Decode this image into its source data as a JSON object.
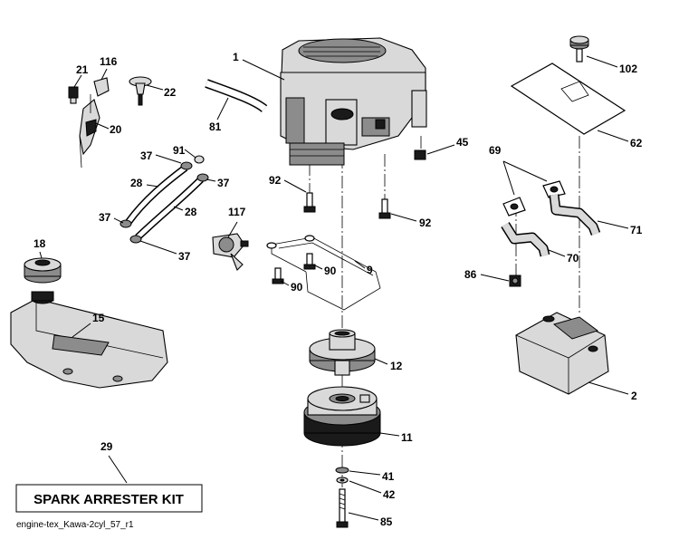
{
  "diagram": {
    "callouts": [
      {
        "id": "c1",
        "label": "1"
      },
      {
        "id": "c116",
        "label": "116"
      },
      {
        "id": "c21",
        "label": "21"
      },
      {
        "id": "c22",
        "label": "22"
      },
      {
        "id": "c20",
        "label": "20"
      },
      {
        "id": "c81",
        "label": "81"
      },
      {
        "id": "c37a",
        "label": "37"
      },
      {
        "id": "c91",
        "label": "91"
      },
      {
        "id": "c28a",
        "label": "28"
      },
      {
        "id": "c37b",
        "label": "37"
      },
      {
        "id": "c37c",
        "label": "37"
      },
      {
        "id": "c28b",
        "label": "28"
      },
      {
        "id": "c117",
        "label": "117"
      },
      {
        "id": "c37d",
        "label": "37"
      },
      {
        "id": "c92a",
        "label": "92"
      },
      {
        "id": "c45",
        "label": "45"
      },
      {
        "id": "c92b",
        "label": "92"
      },
      {
        "id": "c9",
        "label": "9"
      },
      {
        "id": "c90a",
        "label": "90"
      },
      {
        "id": "c90b",
        "label": "90"
      },
      {
        "id": "c18",
        "label": "18"
      },
      {
        "id": "c15",
        "label": "15"
      },
      {
        "id": "c12",
        "label": "12"
      },
      {
        "id": "c11",
        "label": "11"
      },
      {
        "id": "c41",
        "label": "41"
      },
      {
        "id": "c42",
        "label": "42"
      },
      {
        "id": "c85",
        "label": "85"
      },
      {
        "id": "c29",
        "label": "29"
      },
      {
        "id": "c102",
        "label": "102"
      },
      {
        "id": "c62",
        "label": "62"
      },
      {
        "id": "c69",
        "label": "69"
      },
      {
        "id": "c71",
        "label": "71"
      },
      {
        "id": "c70",
        "label": "70"
      },
      {
        "id": "c86",
        "label": "86"
      },
      {
        "id": "c2",
        "label": "2"
      }
    ],
    "kit_label": "SPARK ARRESTER KIT",
    "file_name": "engine-tex_Kawa-2cyl_57_r1"
  }
}
